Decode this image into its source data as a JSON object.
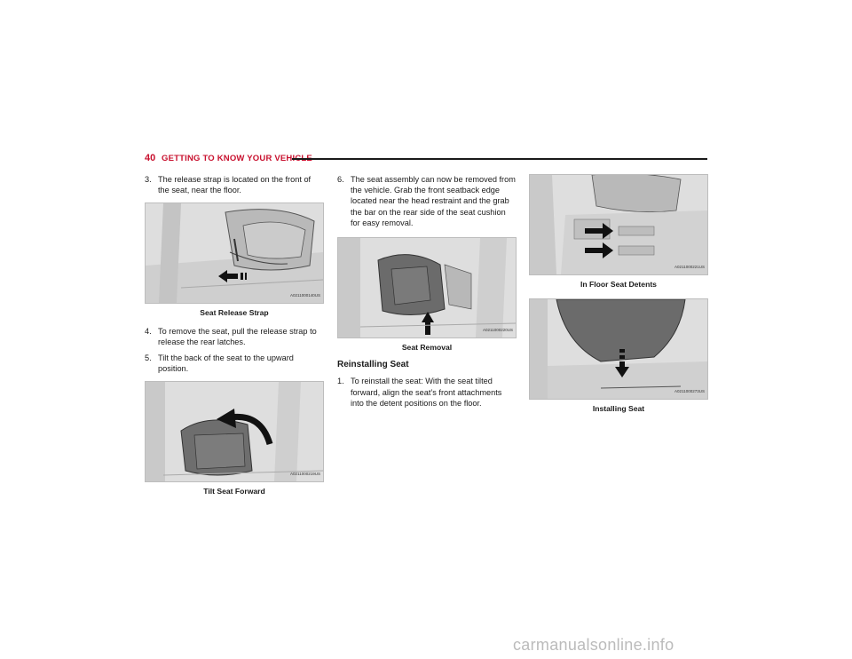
{
  "header": {
    "page_number": "40",
    "section_title": "GETTING TO KNOW YOUR VEHICLE"
  },
  "column1": {
    "step3": {
      "num": "3.",
      "text": "The release strap is located on the front of the seat, near the floor."
    },
    "figure1": {
      "code": "A0211000140US",
      "caption": "Seat Release Strap"
    },
    "step4": {
      "num": "4.",
      "text": "To remove the seat, pull the release strap to release the rear latches."
    },
    "step5": {
      "num": "5.",
      "text": "Tilt the back of the seat to the upward position."
    },
    "figure2": {
      "code": "A0211000219US",
      "caption": "Tilt Seat Forward"
    }
  },
  "column2": {
    "step6": {
      "num": "6.",
      "text": "The seat assembly can now be removed from the vehicle. Grab the front seatback edge located near the head restraint and the grab the bar on the rear side of the seat cushion for easy removal."
    },
    "figure3": {
      "code": "A0211000220US",
      "caption": "Seat Removal"
    },
    "subheading": "Reinstalling Seat",
    "step1": {
      "num": "1.",
      "text": "To reinstall the seat: With the seat tilted forward, align the seat’s front attachments into the detent positions on the floor."
    }
  },
  "column3": {
    "figure4": {
      "code": "A0211000221US",
      "caption": "In Floor Seat Detents"
    },
    "figure5": {
      "code": "A0211000273US",
      "caption": "Installing Seat"
    }
  },
  "footer": {
    "watermark": "carmanualsonline.info"
  }
}
